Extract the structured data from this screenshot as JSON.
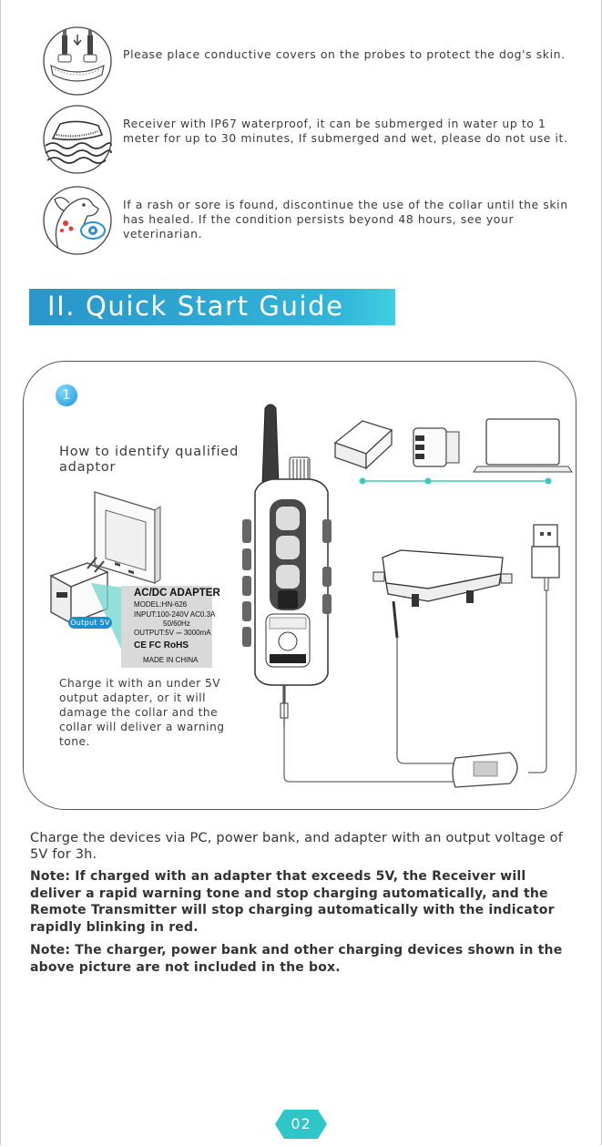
{
  "warnings": [
    {
      "icon": "probe-cover-icon",
      "text": "Please place conductive covers on the probes to protect the dog's skin."
    },
    {
      "icon": "waterproof-icon",
      "text": "Receiver with IP67 waterproof, it can be submerged in water up to 1 meter for up to 30 minutes, If submerged and wet, please do not use it."
    },
    {
      "icon": "skin-check-icon",
      "text": "If a rash or sore is found, discontinue the use of the collar until the skin has healed. If the condition persists beyond 48 hours, see your veterinarian."
    }
  ],
  "section": {
    "title": "II. Quick Start Guide"
  },
  "step": {
    "number": "1",
    "identify_heading": "How to identify qualified adaptor",
    "adapter_label": {
      "title": "AC/DC ADAPTER",
      "model": "MODEL:HN-626",
      "input": "INPUT:100-240V AC0.3A",
      "freq": "50/60Hz",
      "output": "OUTPUT:5V ⎓ 3000mA",
      "marks": "CE FC RoHS",
      "origin": "MADE IN CHINA"
    },
    "output_badge": "Output 5V",
    "charge_note": "Charge it with an under 5V output adapter, or it will damage the collar and the collar will deliver a warning tone."
  },
  "body": {
    "instruction": "Charge the devices via PC, power bank, and adapter with an output voltage of 5V for 3h.",
    "note1": "Note: If charged with an adapter that exceeds 5V, the Receiver will deliver a rapid warning tone and stop charging automatically, and the Remote Transmitter will stop charging automatically with the indicator rapidly blinking in red.",
    "note2": "Note: The charger, power bank and other charging devices shown in the above picture are not included in the box."
  },
  "page_number": "02",
  "colors": {
    "accent": "#2a95c9",
    "teal_line": "#3cc9c0",
    "badge_blue": "#1e8fd0",
    "wave_blue": "#2b8fd8",
    "alert_red": "#e53935"
  }
}
